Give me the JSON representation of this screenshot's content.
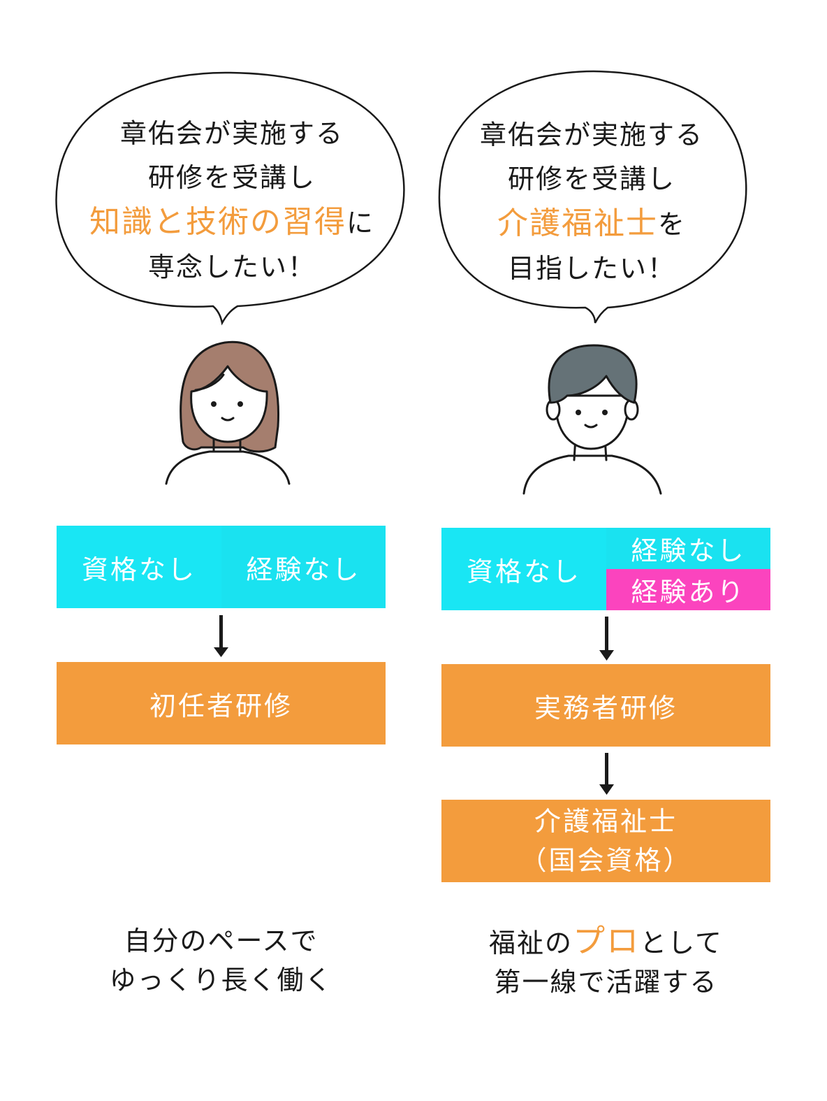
{
  "left": {
    "bubble": {
      "line1": "章佑会が実施する",
      "line2": "研修を受講し",
      "line3_highlight": "知識と技術の習得",
      "line3_rest": "に",
      "line4": "専念したい！"
    },
    "qualification_label": "資格なし",
    "experience_label": "経験なし",
    "training_label": "初任者研修",
    "caption": {
      "line1": "自分のペースで",
      "line2": "ゆっくり長く働く"
    }
  },
  "right": {
    "bubble": {
      "line1": "章佑会が実施する",
      "line2": "研修を受講し",
      "line3_highlight": "介護福祉士",
      "line3_rest": "を",
      "line4": "目指したい！"
    },
    "qualification_label": "資格なし",
    "experience_none_label": "経験なし",
    "experience_yes_label": "経験あり",
    "training_label": "実務者研修",
    "certification_label": "介護福祉士",
    "certification_sub": "（国会資格）",
    "caption": {
      "line1_a": "福祉の",
      "line1_highlight": "プロ",
      "line1_b": "として",
      "line2": "第一線で活躍する"
    }
  },
  "colors": {
    "highlight": "#f39c3d",
    "cyan": "#19e6f4",
    "pink": "#fb44be",
    "orange": "#f39c3d",
    "hair_woman": "#a57e6e",
    "hair_man": "#657277"
  },
  "icons": [
    "speech-bubble-icon",
    "woman-avatar-icon",
    "man-avatar-icon",
    "arrow-down-icon"
  ]
}
